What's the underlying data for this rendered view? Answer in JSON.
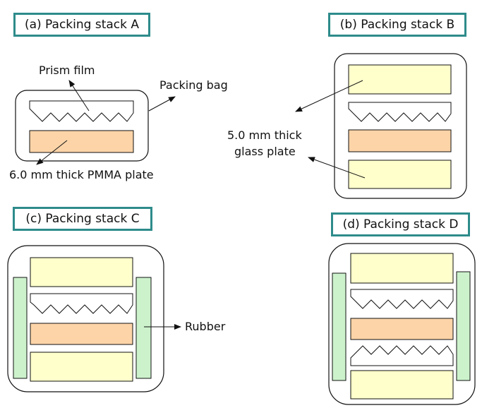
{
  "panels": {
    "a": {
      "title": "(a) Packing stack A"
    },
    "b": {
      "title": "(b) Packing stack B"
    },
    "c": {
      "title": "(c) Packing stack C"
    },
    "d": {
      "title": "(d) Packing stack D"
    }
  },
  "labels": {
    "prism_film": "Prism film",
    "packing_bag": "Packing bag",
    "pmma_plate": "6.0 mm thick PMMA plate",
    "glass_line1": "5.0 mm thick",
    "glass_line2": "glass plate",
    "rubber": "Rubber"
  },
  "colors": {
    "glass": "#ffffcc",
    "pmma": "#fcd4a8",
    "rubber": "#ccf2cc",
    "tag_border": "#2e8b8b"
  }
}
